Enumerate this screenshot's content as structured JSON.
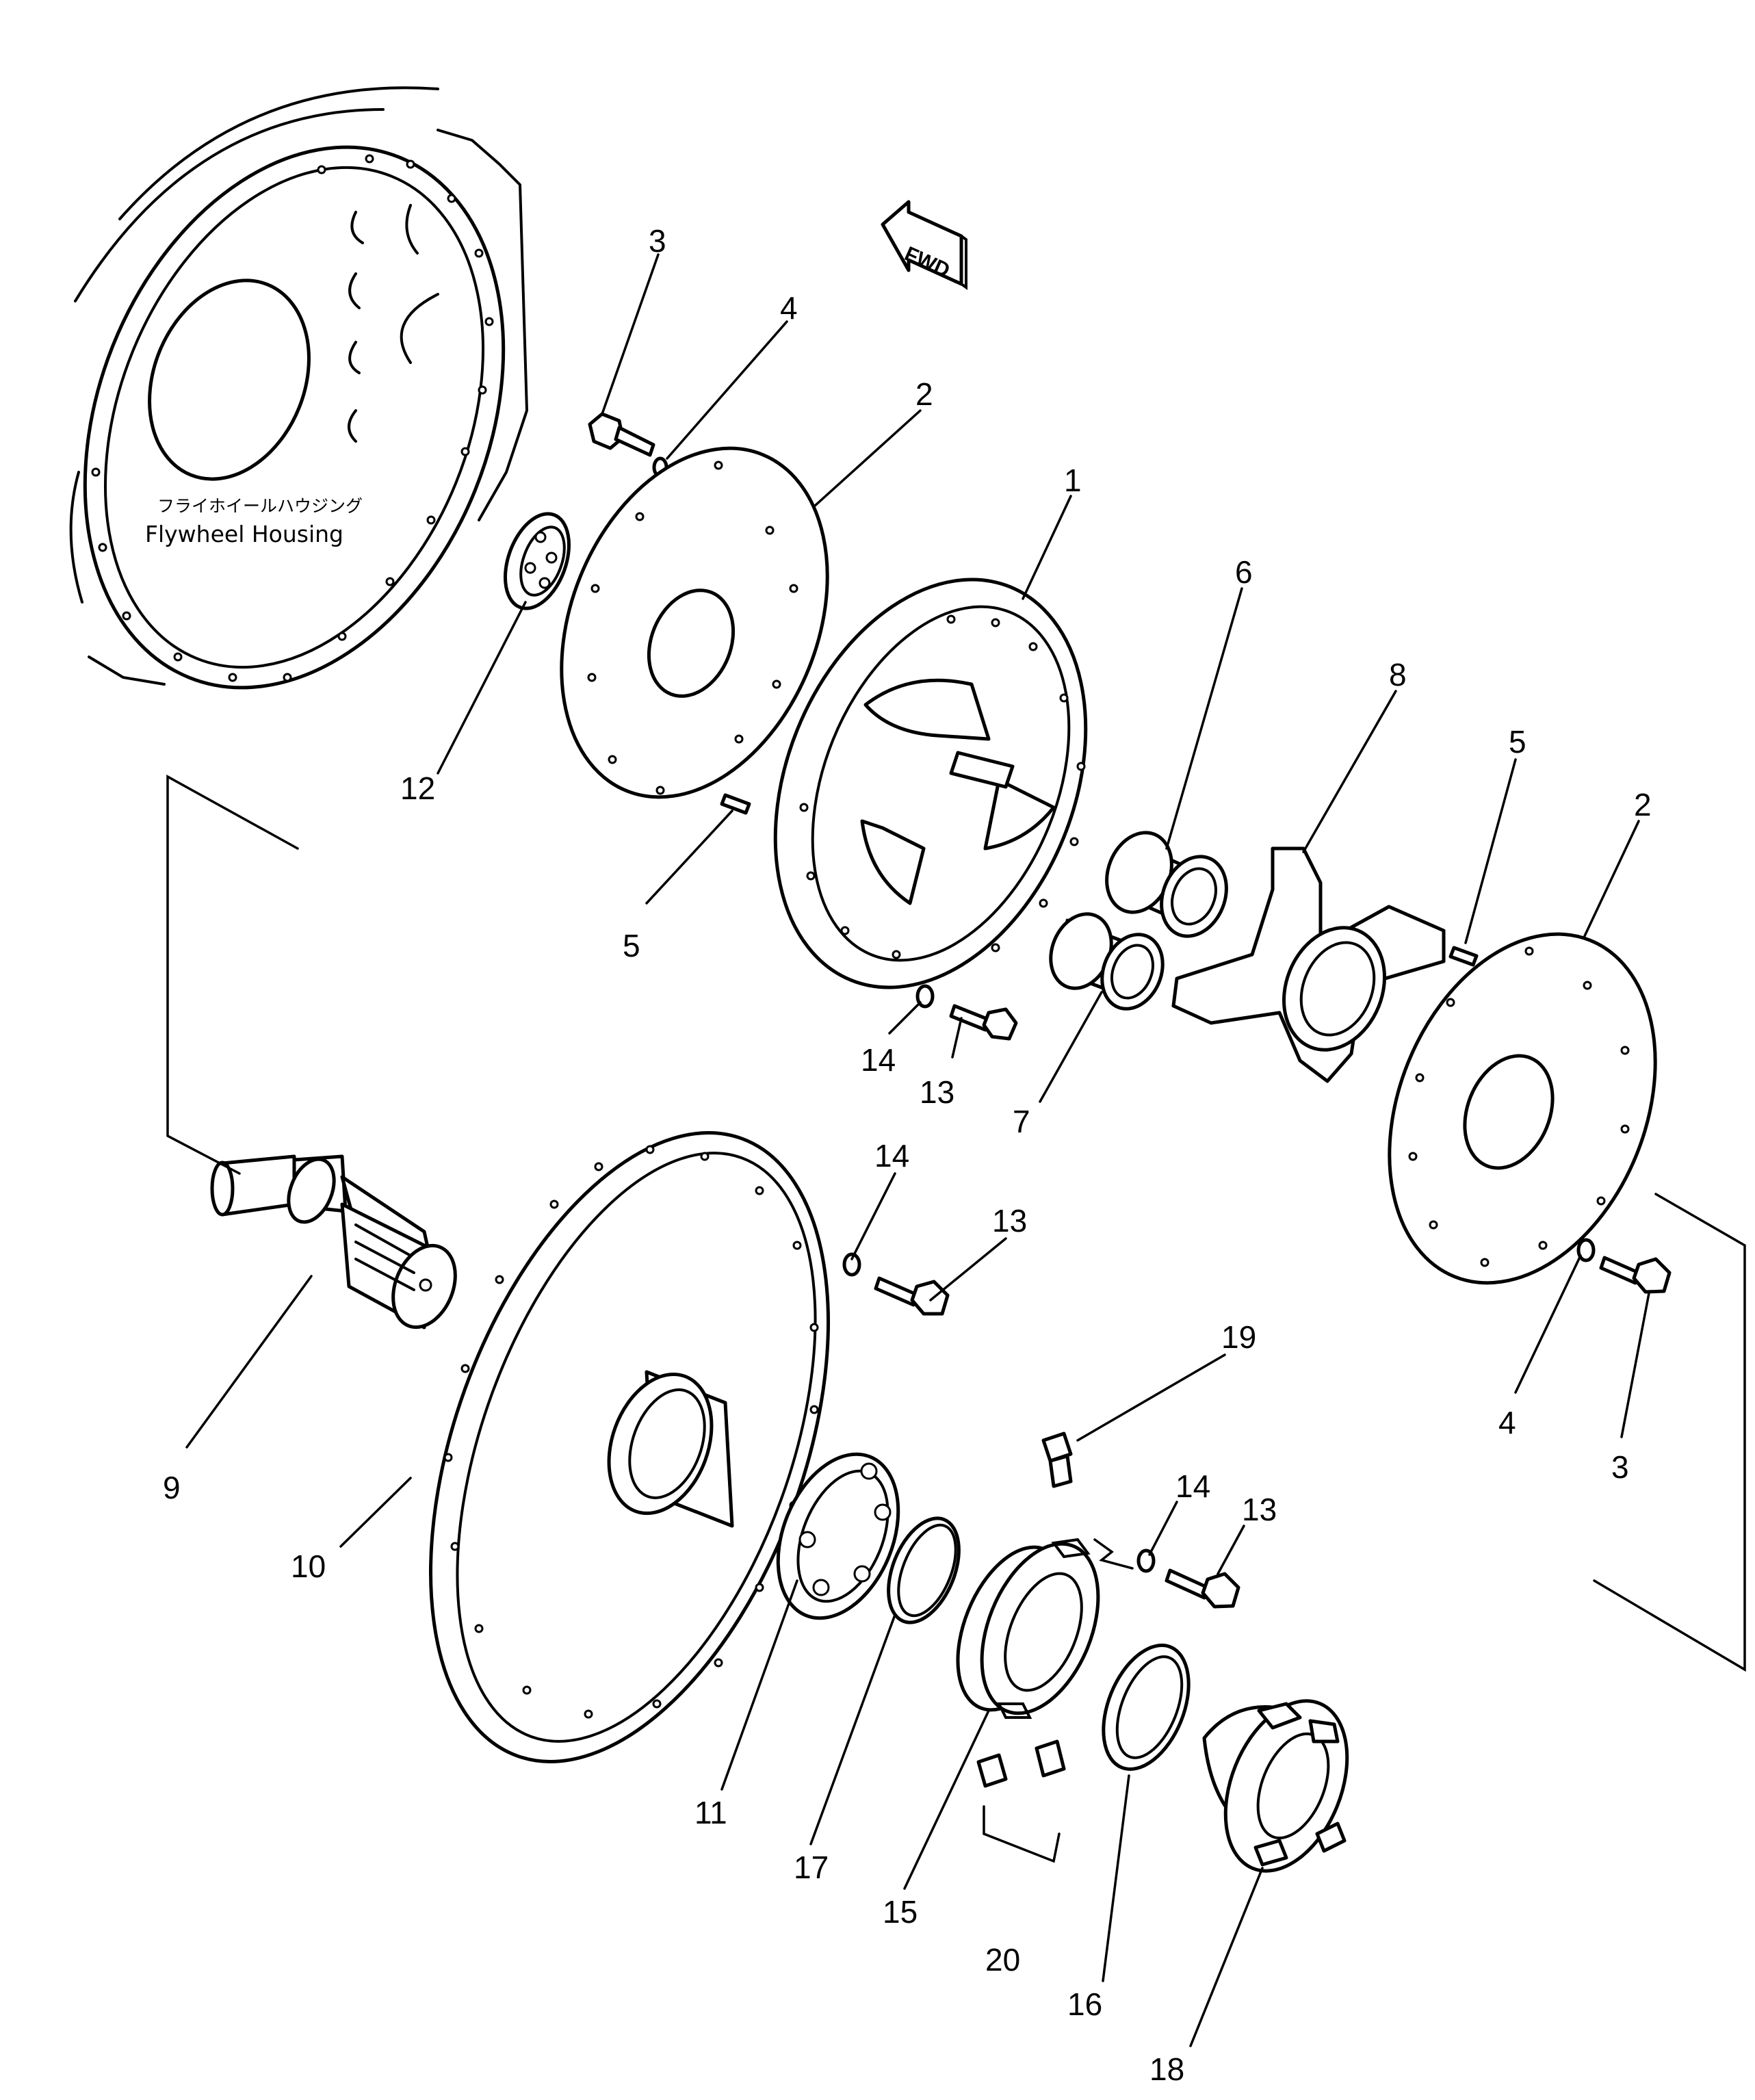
{
  "housing": {
    "label_jp": "フライホイールハウジング",
    "label_en": "Flywheel Housing"
  },
  "direction_arrow": {
    "label": "FWD"
  },
  "callouts": [
    {
      "id": "c3a",
      "text": "3"
    },
    {
      "id": "c4a",
      "text": "4"
    },
    {
      "id": "c2a",
      "text": "2"
    },
    {
      "id": "c1",
      "text": "1"
    },
    {
      "id": "c6",
      "text": "6"
    },
    {
      "id": "c8",
      "text": "8"
    },
    {
      "id": "c5a",
      "text": "5"
    },
    {
      "id": "c2b",
      "text": "2"
    },
    {
      "id": "c12",
      "text": "12"
    },
    {
      "id": "c5b",
      "text": "5"
    },
    {
      "id": "c14a",
      "text": "14"
    },
    {
      "id": "c13a",
      "text": "13"
    },
    {
      "id": "c7",
      "text": "7"
    },
    {
      "id": "c14b",
      "text": "14"
    },
    {
      "id": "c13b",
      "text": "13"
    },
    {
      "id": "c9",
      "text": "9"
    },
    {
      "id": "c10",
      "text": "10"
    },
    {
      "id": "c19",
      "text": "19"
    },
    {
      "id": "c4b",
      "text": "4"
    },
    {
      "id": "c3b",
      "text": "3"
    },
    {
      "id": "c14c",
      "text": "14"
    },
    {
      "id": "c13c",
      "text": "13"
    },
    {
      "id": "c11",
      "text": "11"
    },
    {
      "id": "c17",
      "text": "17"
    },
    {
      "id": "c15",
      "text": "15"
    },
    {
      "id": "c20",
      "text": "20"
    },
    {
      "id": "c16",
      "text": "16"
    },
    {
      "id": "c18",
      "text": "18"
    }
  ]
}
